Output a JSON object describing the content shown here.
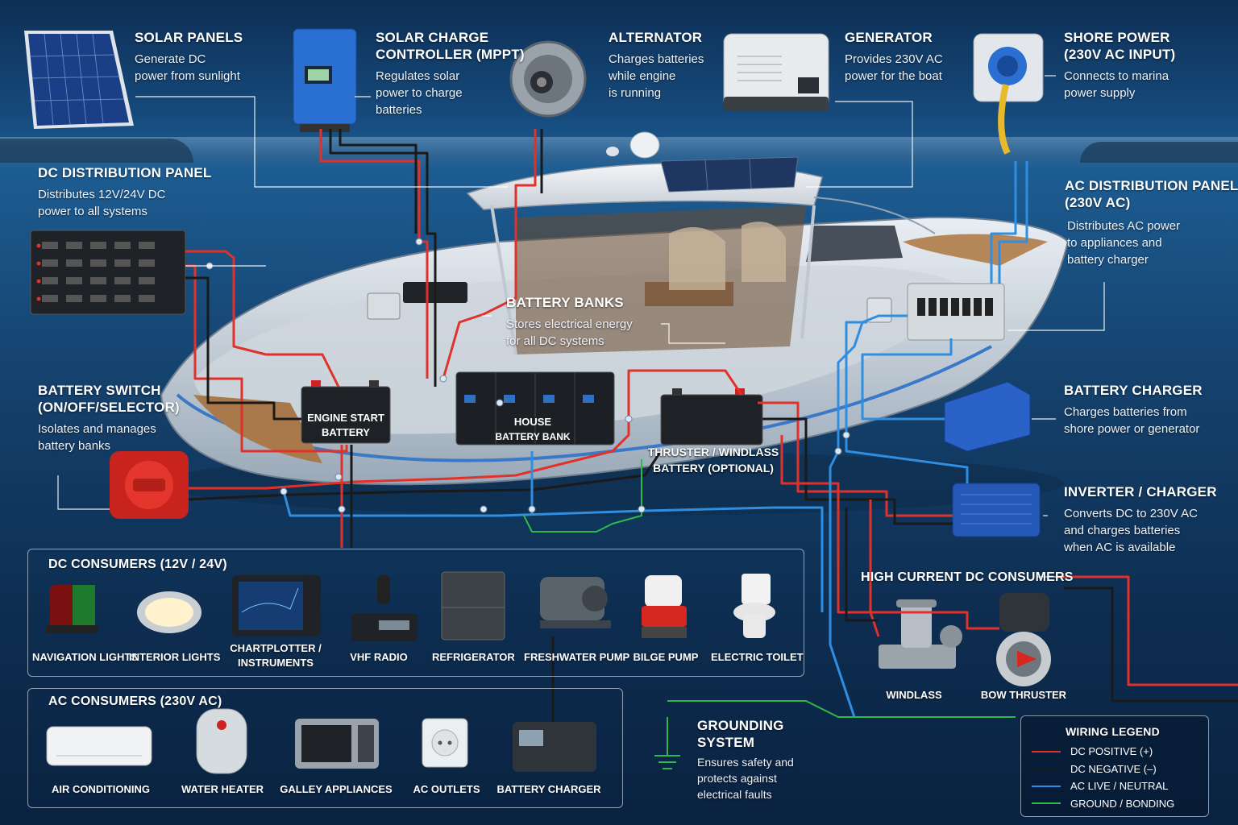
{
  "components": {
    "solar_panels": {
      "title": "SOLAR PANELS",
      "desc": [
        "Generate DC",
        "power from sunlight"
      ]
    },
    "solar_charge_controller": {
      "title": [
        "SOLAR CHARGE",
        "CONTROLLER (MPPT)"
      ],
      "desc": [
        "Regulates solar",
        "power to charge",
        "batteries"
      ]
    },
    "alternator": {
      "title": "ALTERNATOR",
      "desc": [
        "Charges batteries",
        "while engine",
        "is running"
      ]
    },
    "generator": {
      "title": "GENERATOR",
      "desc": [
        "Provides 230V AC",
        "power for the boat"
      ]
    },
    "shore_power": {
      "title": [
        "SHORE POWER",
        "(230V AC INPUT)"
      ],
      "desc": [
        "Connects to marina",
        "power supply"
      ]
    },
    "dc_distribution_panel": {
      "title": "DC DISTRIBUTION PANEL",
      "desc": [
        "Distributes 12V/24V DC",
        "power to all systems"
      ]
    },
    "ac_distribution_panel": {
      "title": [
        "AC DISTRIBUTION PANEL",
        "(230V AC)"
      ],
      "desc": [
        "Distributes AC power",
        "to appliances and",
        "battery charger"
      ]
    },
    "battery_banks": {
      "title": "BATTERY BANKS",
      "desc": [
        "Stores electrical energy",
        "for all DC systems"
      ]
    },
    "battery_switch": {
      "title": [
        "BATTERY SWITCH",
        "(ON/OFF/SELECTOR)"
      ],
      "desc": [
        "Isolates and manages",
        "battery banks"
      ]
    },
    "battery_charger": {
      "title": "BATTERY CHARGER",
      "desc": [
        "Charges batteries from",
        "shore power or generator"
      ]
    },
    "inverter_charger": {
      "title": "INVERTER / CHARGER",
      "desc": [
        "Converts DC to 230V AC",
        "and charges batteries",
        "when AC is available"
      ]
    },
    "grounding": {
      "title": [
        "GROUNDING",
        "SYSTEM"
      ],
      "desc": [
        "Ensures safety and",
        "protects against",
        "electrical faults"
      ]
    }
  },
  "batteries": {
    "engine_start": [
      "ENGINE START",
      "BATTERY"
    ],
    "house": [
      "HOUSE",
      "BATTERY BANK"
    ],
    "thruster": [
      "THRUSTER / WINDLASS",
      "BATTERY (OPTIONAL)"
    ]
  },
  "dc_consumers": {
    "title": "DC CONSUMERS (12V / 24V)",
    "items": [
      "NAVIGATION LIGHTS",
      "INTERIOR LIGHTS",
      "CHARTPLOTTER /",
      "INSTRUMENTS",
      "VHF RADIO",
      "REFRIGERATOR",
      "FRESHWATER PUMP",
      "BILGE PUMP",
      "ELECTRIC TOILET"
    ]
  },
  "ac_consumers": {
    "title": "AC CONSUMERS (230V AC)",
    "items": [
      "AIR CONDITIONING",
      "WATER HEATER",
      "GALLEY APPLIANCES",
      "AC OUTLETS",
      "BATTERY CHARGER"
    ]
  },
  "high_current": {
    "title": "HIGH CURRENT DC CONSUMERS",
    "items": [
      "WINDLASS",
      "BOW THRUSTER"
    ]
  },
  "legend": {
    "title": "WIRING LEGEND",
    "entries": [
      {
        "label": "DC POSITIVE (+)",
        "color": "#e0312b"
      },
      {
        "label": "DC NEGATIVE (–)",
        "color": "#1a1a1a"
      },
      {
        "label": "AC LIVE / NEUTRAL",
        "color": "#2f8ee0"
      },
      {
        "label": "GROUND / BONDING",
        "color": "#2fb84a"
      }
    ]
  },
  "colors": {
    "dc_positive": "#e0312b",
    "dc_negative": "#1a1a1a",
    "ac": "#2f8ee0",
    "ground": "#2fb84a"
  }
}
